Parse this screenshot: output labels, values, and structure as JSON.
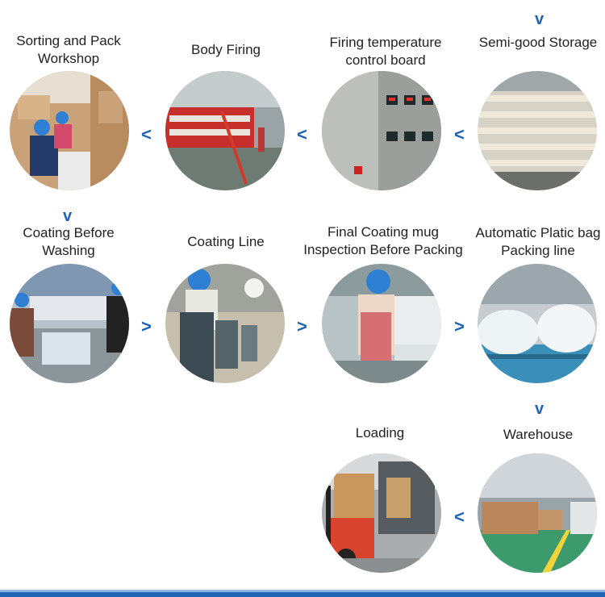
{
  "steps": {
    "sorting_pack": "Sorting and Pack Workshop",
    "body_firing": "Body Firing",
    "firing_temp": "Firing temperature control  board",
    "semi_good": "Semi-good Storage",
    "coating_washing": "Coating Before Washing",
    "coating_line": "Coating Line",
    "final_inspection": "Final Coating mug Inspection Before Packing",
    "auto_bag": "Automatic Platic bag Packing line",
    "loading": "Loading",
    "warehouse": "Warehouse"
  },
  "arrows": {
    "left": "<",
    "right": ">",
    "down": "v"
  },
  "colors": {
    "accent": "#1f63b5"
  },
  "icons": [
    "left-arrow-icon",
    "right-arrow-icon",
    "down-arrow-icon"
  ]
}
